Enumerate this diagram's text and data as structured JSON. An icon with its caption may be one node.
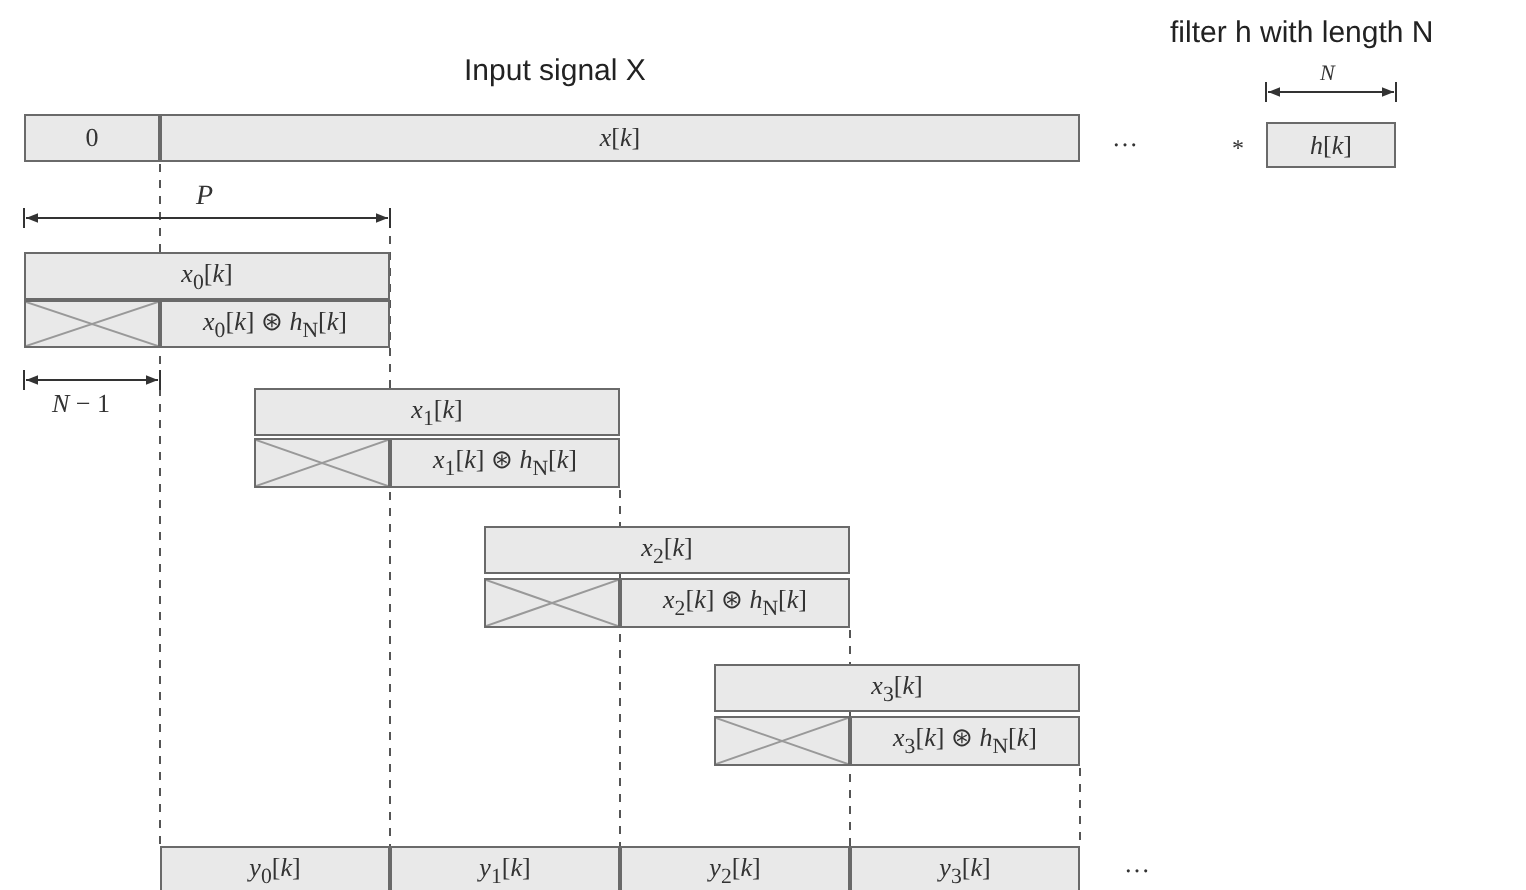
{
  "diagram": {
    "nodes": [
      {
        "text": [
          "0"
        ]
      },
      {
        "text": [
          "*x*[*k*]"
        ],
        "beside": [
          "Input signal X"
        ]
      },
      {
        "text": [
          "*h*[*k*]"
        ],
        "beside": [
          "filter h with length N"
        ]
      },
      {
        "text": [
          "*x*$_{0}$[*k*]"
        ]
      },
      {
        "text": [],
        "shape": "box"
      },
      {
        "text": [
          "*x*$_{0}$[*k*] ⊛ *h*$_{N}$[*k*]"
        ]
      },
      {
        "text": [
          "*x*$_{1}$[*k*]"
        ]
      },
      {
        "text": [],
        "shape": "box"
      },
      {
        "text": [
          "*x*$_{1}$[*k*] ⊛ *h*$_{N}$[*k*]"
        ]
      },
      {
        "text": [
          "*x*$_{2}$[*k*]"
        ]
      },
      {
        "text": [],
        "shape": "box"
      },
      {
        "text": [
          "*x*$_{2}$[*k*] ⊛ *h*$_{N}$[*k*]"
        ]
      },
      {
        "text": [
          "*x*$_{3}$[*k*]"
        ]
      },
      {
        "text": [],
        "shape": "box"
      },
      {
        "text": [
          "*x*$_{3}$[*k*] ⊛ *h*$_{N}$[*k*]"
        ]
      },
      {
        "text": [
          "*y*$_{0}$[*k*]"
        ]
      },
      {
        "text": [
          "*y*$_{1}$[*k*]"
        ]
      },
      {
        "text": [
          "*y*$_{2}$[*k*]"
        ]
      },
      {
        "text": [
          "*y*$_{3}$[*k*]"
        ]
      }
    ],
    "labels": [
      "*N*",
      "…",
      "*",
      "*P*",
      "*N* − 1",
      "…"
    ]
  }
}
